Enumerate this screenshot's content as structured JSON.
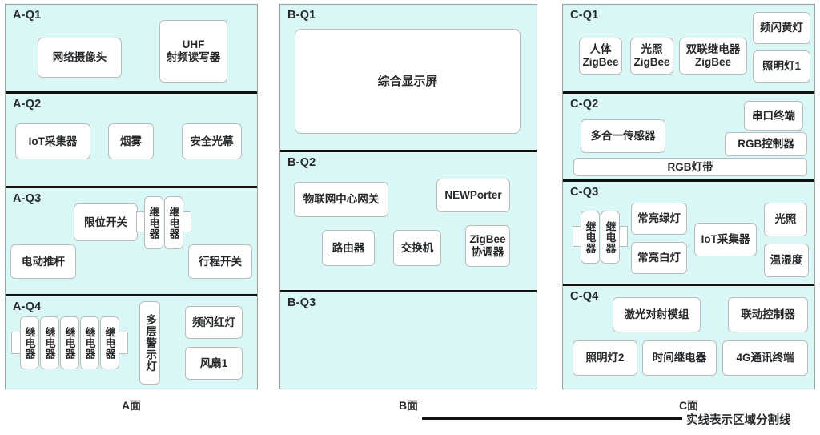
{
  "diagram": {
    "title_hidden": "",
    "colors": {
      "panel_fill": "#d9f7f7",
      "panel_border": "#9aa0a0",
      "divider": "#111111",
      "device_fill": "#ffffff",
      "device_border": "#b9bcbc",
      "text": "#26292b"
    }
  },
  "panels": [
    {
      "id": "A",
      "caption": "A面",
      "quadrants": [
        {
          "label": "A-Q1",
          "devices": [
            {
              "name": "network-camera",
              "text": "网络摄像头"
            },
            {
              "name": "uhf-rfid-reader",
              "text": "UHF\n射频读写器"
            }
          ]
        },
        {
          "label": "A-Q2",
          "devices": [
            {
              "name": "iot-collector",
              "text": "IoT采集器"
            },
            {
              "name": "smoke-sensor",
              "text": "烟雾"
            },
            {
              "name": "safety-light-curtain",
              "text": "安全光幕"
            }
          ]
        },
        {
          "label": "A-Q3",
          "devices": [
            {
              "name": "limit-switch",
              "text": "限位开关"
            },
            {
              "name": "relay-1",
              "text": "继电器"
            },
            {
              "name": "relay-2",
              "text": "继电器"
            },
            {
              "name": "electric-push-rod",
              "text": "电动推杆"
            },
            {
              "name": "travel-switch",
              "text": "行程开关"
            }
          ]
        },
        {
          "label": "A-Q4",
          "devices": [
            {
              "name": "relay-1",
              "text": "继电器"
            },
            {
              "name": "relay-2",
              "text": "继电器"
            },
            {
              "name": "relay-3",
              "text": "继电器"
            },
            {
              "name": "relay-4",
              "text": "继电器"
            },
            {
              "name": "relay-5",
              "text": "继电器"
            },
            {
              "name": "multilayer-warning-light",
              "text": "多层警示灯"
            },
            {
              "name": "flashing-red-light",
              "text": "频闪红灯"
            },
            {
              "name": "fan-1",
              "text": "风扇1"
            }
          ]
        }
      ]
    },
    {
      "id": "B",
      "caption": "B面",
      "quadrants": [
        {
          "label": "B-Q1",
          "devices": [
            {
              "name": "integrated-display-screen",
              "text": "综合显示屏"
            }
          ]
        },
        {
          "label": "B-Q2",
          "devices": [
            {
              "name": "iot-central-gateway",
              "text": "物联网中心网关"
            },
            {
              "name": "newporter",
              "text": "NEWPorter"
            },
            {
              "name": "router",
              "text": "路由器"
            },
            {
              "name": "switch",
              "text": "交换机"
            },
            {
              "name": "zigbee-coordinator",
              "text": "ZigBee\n协调器"
            }
          ]
        },
        {
          "label": "B-Q3",
          "devices": []
        }
      ]
    },
    {
      "id": "C",
      "caption": "C面",
      "quadrants": [
        {
          "label": "C-Q1",
          "devices": [
            {
              "name": "human-body-zigbee",
              "text": "人体\nZigBee"
            },
            {
              "name": "illuminance-zigbee",
              "text": "光照\nZigBee"
            },
            {
              "name": "dual-relay-zigbee",
              "text": "双联继电器\nZigBee"
            },
            {
              "name": "flashing-yellow-light",
              "text": "频闪黄灯"
            },
            {
              "name": "lighting-lamp-1",
              "text": "照明灯1"
            }
          ]
        },
        {
          "label": "C-Q2",
          "devices": [
            {
              "name": "multi-in-one-sensor",
              "text": "多合一传感器"
            },
            {
              "name": "serial-port-terminal",
              "text": "串口终端"
            },
            {
              "name": "rgb-controller",
              "text": "RGB控制器"
            },
            {
              "name": "rgb-light-strip",
              "text": "RGB灯带"
            }
          ]
        },
        {
          "label": "C-Q3",
          "devices": [
            {
              "name": "relay-1",
              "text": "继电器"
            },
            {
              "name": "relay-2",
              "text": "继电器"
            },
            {
              "name": "steady-green-light",
              "text": "常亮绿灯"
            },
            {
              "name": "steady-white-light",
              "text": "常亮白灯"
            },
            {
              "name": "iot-collector",
              "text": "IoT采集器"
            },
            {
              "name": "illuminance-sensor",
              "text": "光照"
            },
            {
              "name": "temp-humidity-sensor",
              "text": "温湿度"
            }
          ]
        },
        {
          "label": "C-Q4",
          "devices": [
            {
              "name": "laser-beam-module",
              "text": "激光对射模组"
            },
            {
              "name": "linkage-controller",
              "text": "联动控制器"
            },
            {
              "name": "lighting-lamp-2",
              "text": "照明灯2"
            },
            {
              "name": "time-relay",
              "text": "时间继电器"
            },
            {
              "name": "4g-communication-terminal",
              "text": "4G通讯终端"
            }
          ]
        }
      ]
    }
  ],
  "legend": {
    "text": "实线表示区域分割线"
  }
}
